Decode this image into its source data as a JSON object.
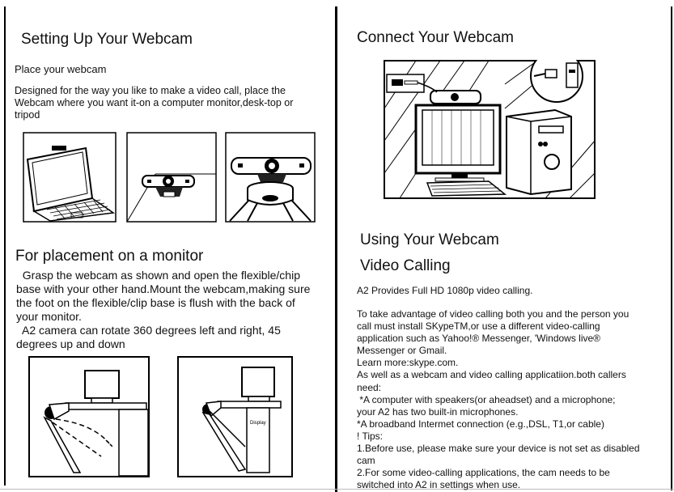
{
  "left": {
    "heading": "Setting Up Your Webcam",
    "place_heading": "Place your webcam",
    "place_text": [
      "Designed for the way you like to make a video call, place the",
      "Webcam where you want it-on a computer monitor,desk-top or",
      "tripod"
    ],
    "placement_heading": "For placement on a monitor",
    "placement_text": [
      "  Grasp the webcam as shown and open the flexible/chip",
      "base with your other hand.Mount the webcam,making sure",
      "the foot on the flexible/clip base is flush with the back of",
      "your monitor.",
      "  A2 camera can rotate 360 degrees left and right, 45",
      "degrees up and down"
    ],
    "monitor_label": "Display"
  },
  "right": {
    "connect_heading": "Connect Your Webcam",
    "using_heading": "Using Your Webcam",
    "video_heading": "Video Calling",
    "intro": "A2 Provides Full HD 1080p video calling.",
    "body_lines": [
      "To take advantage of video calling both you and the person you",
      "call must install SKypeTM,or use a different video-calling",
      "application such as Yahoo!® Messenger, 'Windows live®",
      "Messenger or Gmail.",
      "Learn more:skype.com.",
      "As well as a webcam and video calling applicatiion.both callers",
      "need:",
      " *A computer with speakers(or aheadset) and a microphone;",
      "your A2 has two built-in microphones.",
      "*A broadband Intermet connection (e.g.,DSL, T1,or cable)",
      "! Tips:",
      "1.Before use, please make sure your device is not set as disabled",
      "cam",
      "2.For some video-calling applications, the cam needs to be",
      "switched into A2 in settings when use."
    ]
  }
}
